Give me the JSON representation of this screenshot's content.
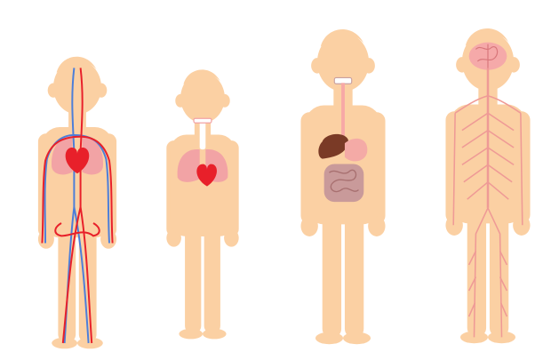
{
  "figures": [
    {
      "system": "circulatory-system",
      "organs": [
        "heart",
        "lungs",
        "arteries",
        "veins"
      ]
    },
    {
      "system": "respiratory-system",
      "organs": [
        "trachea",
        "lungs",
        "heart"
      ]
    },
    {
      "system": "digestive-system",
      "organs": [
        "esophagus",
        "liver",
        "stomach",
        "intestines"
      ]
    },
    {
      "system": "nervous-system",
      "organs": [
        "brain",
        "spinal-cord",
        "nerves"
      ]
    }
  ],
  "colors": {
    "skin": "#fbd0a3",
    "lungs": "#f2a3a5",
    "heart": "#e8202a",
    "artery": "#e8202a",
    "vein": "#4c7ed9",
    "trachea": "#ffffff",
    "esophagus": "#f7a8a6",
    "liver": "#7a3a26",
    "stomach": "#f4aaa6",
    "intestines": "#c99a9a",
    "brain": "#f5a9a9",
    "nerve": "#ef9a96"
  }
}
